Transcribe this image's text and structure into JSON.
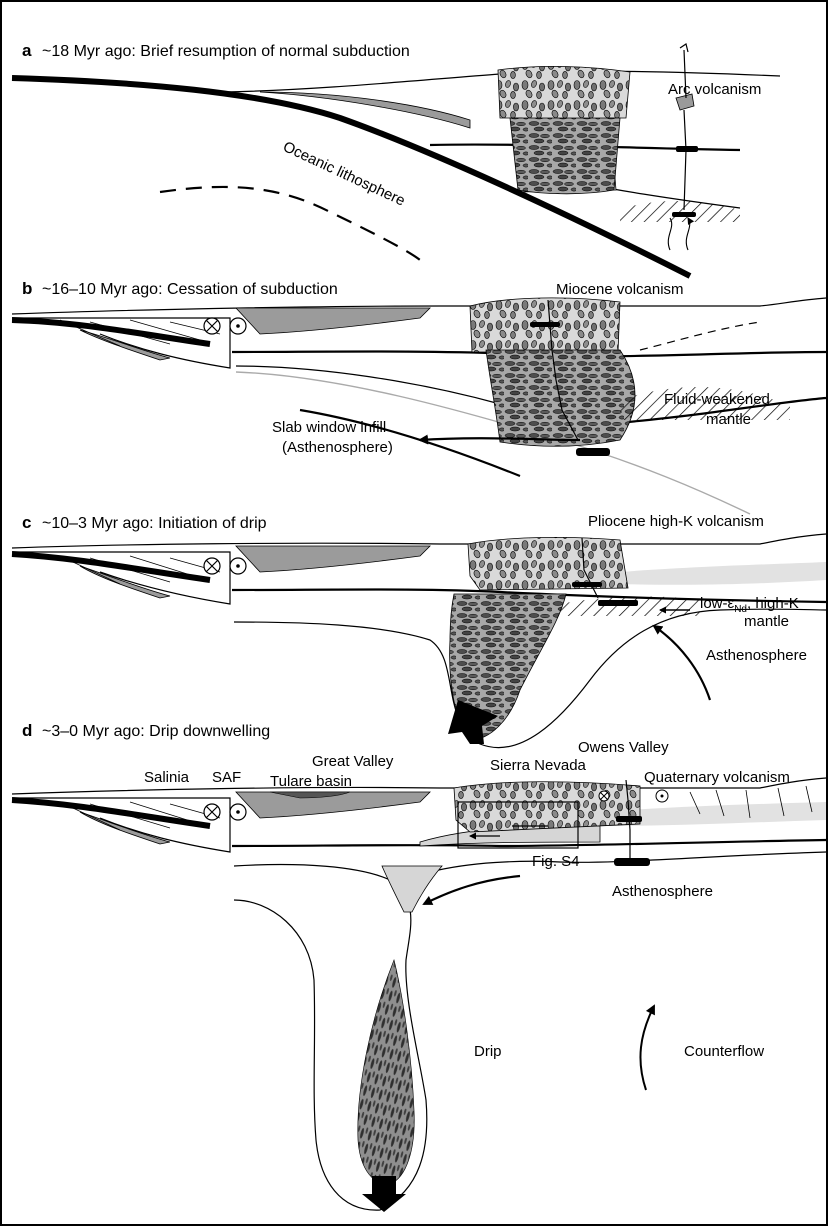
{
  "panels": {
    "a": {
      "letter": "a",
      "title": "~18 Myr ago: Brief resumption of normal subduction",
      "labels": {
        "arc_volcanism": "Arc volcanism",
        "oceanic_lithosphere": "Oceanic lithosphere"
      }
    },
    "b": {
      "letter": "b",
      "title": "~16–10 Myr ago: Cessation of subduction",
      "labels": {
        "miocene_volcanism": "Miocene volcanism",
        "fluid_weakened_1": "Fluid-weakened",
        "fluid_weakened_2": "mantle",
        "slab_window_1": "Slab window infill",
        "slab_window_2": "(Asthenosphere)"
      }
    },
    "c": {
      "letter": "c",
      "title": "~10–3 Myr ago: Initiation of drip",
      "labels": {
        "pliocene_volcanism": "Pliocene high-K volcanism",
        "low_eps_prefix": "low-",
        "low_eps_symbol": "ε",
        "low_eps_sub": "Nd",
        "low_eps_suffix": ", high-K",
        "mantle": "mantle",
        "asthenosphere": "Asthenosphere"
      }
    },
    "d": {
      "letter": "d",
      "title": "~3–0 Myr ago: Drip downwelling",
      "labels": {
        "salinia": "Salinia",
        "saf": "SAF",
        "great_valley": "Great Valley",
        "tulare_basin": "Tulare basin",
        "sierra_nevada": "Sierra Nevada",
        "owens_valley": "Owens Valley",
        "quaternary_volcanism": "Quaternary volcanism",
        "fig_s4": "Fig. S4",
        "asthenosphere": "Asthenosphere",
        "drip": "Drip",
        "counterflow": "Counterflow"
      }
    }
  },
  "colors": {
    "dark_grey": "#555555",
    "mid_grey": "#9b9b9b",
    "light_grey": "#d6d6d6"
  },
  "icons": [
    "cross-circle-icon",
    "dot-circle-icon",
    "arrow-icon"
  ]
}
